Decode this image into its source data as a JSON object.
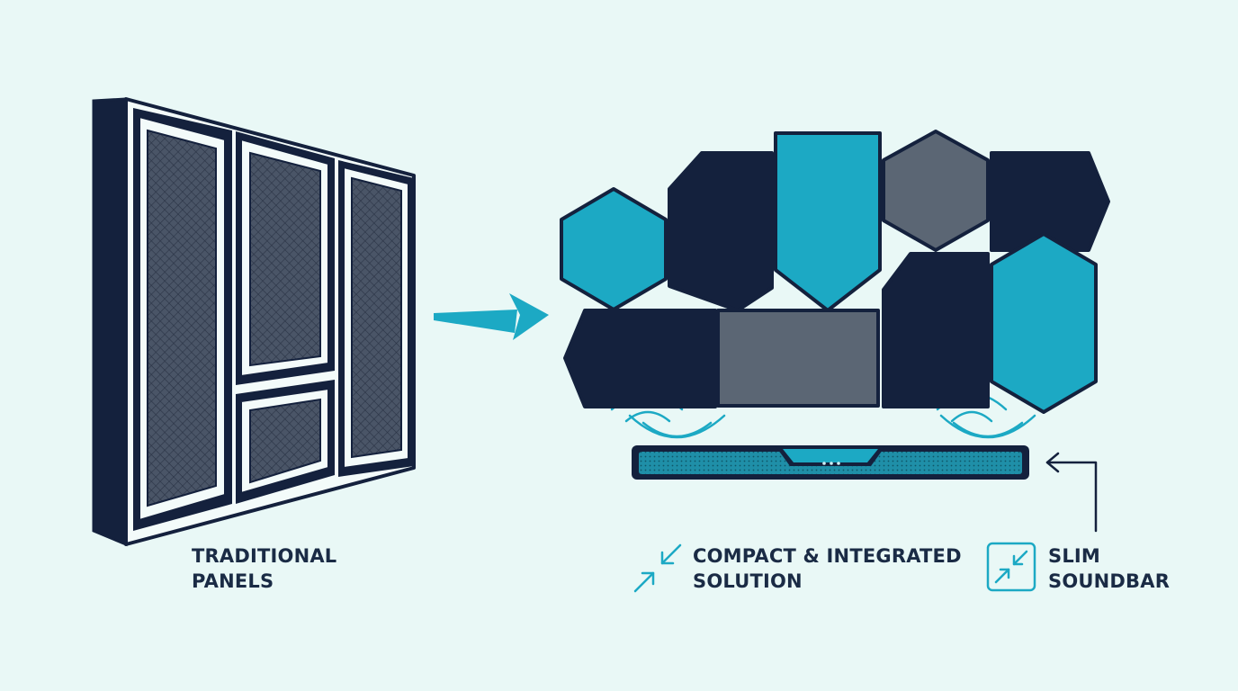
{
  "labels": {
    "traditional": {
      "line1": "TRADITIONAL",
      "line2": "PANELS"
    },
    "compact": {
      "line1": "COMPACT & INTEGRATED",
      "line2": "SOLUTION"
    },
    "soundbar": {
      "line1": "SLIM",
      "line2": "SOUNDBAR"
    }
  },
  "colors": {
    "background": "#e9f8f6",
    "navy": "#14213d",
    "teal": "#1ca9c4",
    "gray": "#5b6674",
    "fabric": "#4a5567",
    "frame": "#f3fbfa",
    "text": "#1a2b45"
  },
  "icons": {
    "transition_arrow": "arrow-right-icon",
    "compact": "compress-arrows-icon",
    "soundbar": "compress-box-icon",
    "pointer": "elbow-arrow-icon",
    "sound_waves": "sound-wave-icon"
  }
}
